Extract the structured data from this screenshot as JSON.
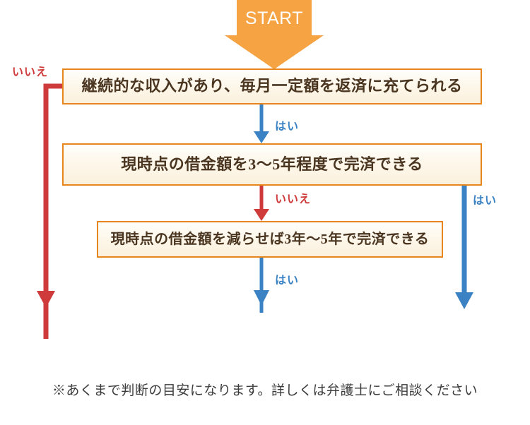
{
  "diagram": {
    "title_node": {
      "label": "START",
      "color": "#f5a343",
      "text_color": "#ffffff"
    },
    "nodes": [
      {
        "id": "q1",
        "text": "継続的な収入があり、毎月一定額を返済に充てられる",
        "border_color": "#e8861e",
        "fill_color": "#fdf6e8",
        "text_color": "#4a3520"
      },
      {
        "id": "q2",
        "text": "現時点の借金額を3～5年程度で完済できる",
        "border_color": "#e8861e",
        "fill_color": "#fdf6e8",
        "text_color": "#4a3520"
      },
      {
        "id": "q3",
        "text": "現時点の借金額を減らせば3年～5年で完済できる",
        "border_color": "#e8861e",
        "fill_color": "#fdf6e8",
        "text_color": "#4a3520"
      }
    ],
    "edges": [
      {
        "id": "e-start-q1",
        "label": "",
        "color": "#f5a343",
        "from": "start",
        "to": "q1"
      },
      {
        "id": "e-q1-no",
        "label": "いいえ",
        "color": "#cf3b3b",
        "from": "q1",
        "to": "exit-left"
      },
      {
        "id": "e-q1-yes",
        "label": "はい",
        "color": "#3a82c4",
        "from": "q1",
        "to": "q2"
      },
      {
        "id": "e-q2-no",
        "label": "いいえ",
        "color": "#cf3b3b",
        "from": "q2",
        "to": "q3"
      },
      {
        "id": "e-q2-yes",
        "label": "はい",
        "color": "#3a82c4",
        "from": "q2",
        "to": "exit-right"
      },
      {
        "id": "e-q3-yes",
        "label": "はい",
        "color": "#3a82c4",
        "from": "q3",
        "to": "exit-bottom"
      }
    ],
    "footnote": "※あくまで判断の目安になります。詳しくは弁護士にご相談ください",
    "colors": {
      "orange": "#f5a343",
      "orange_border": "#e8861e",
      "red": "#cf3b3b",
      "blue": "#3a82c4",
      "background": "#ffffff"
    }
  }
}
